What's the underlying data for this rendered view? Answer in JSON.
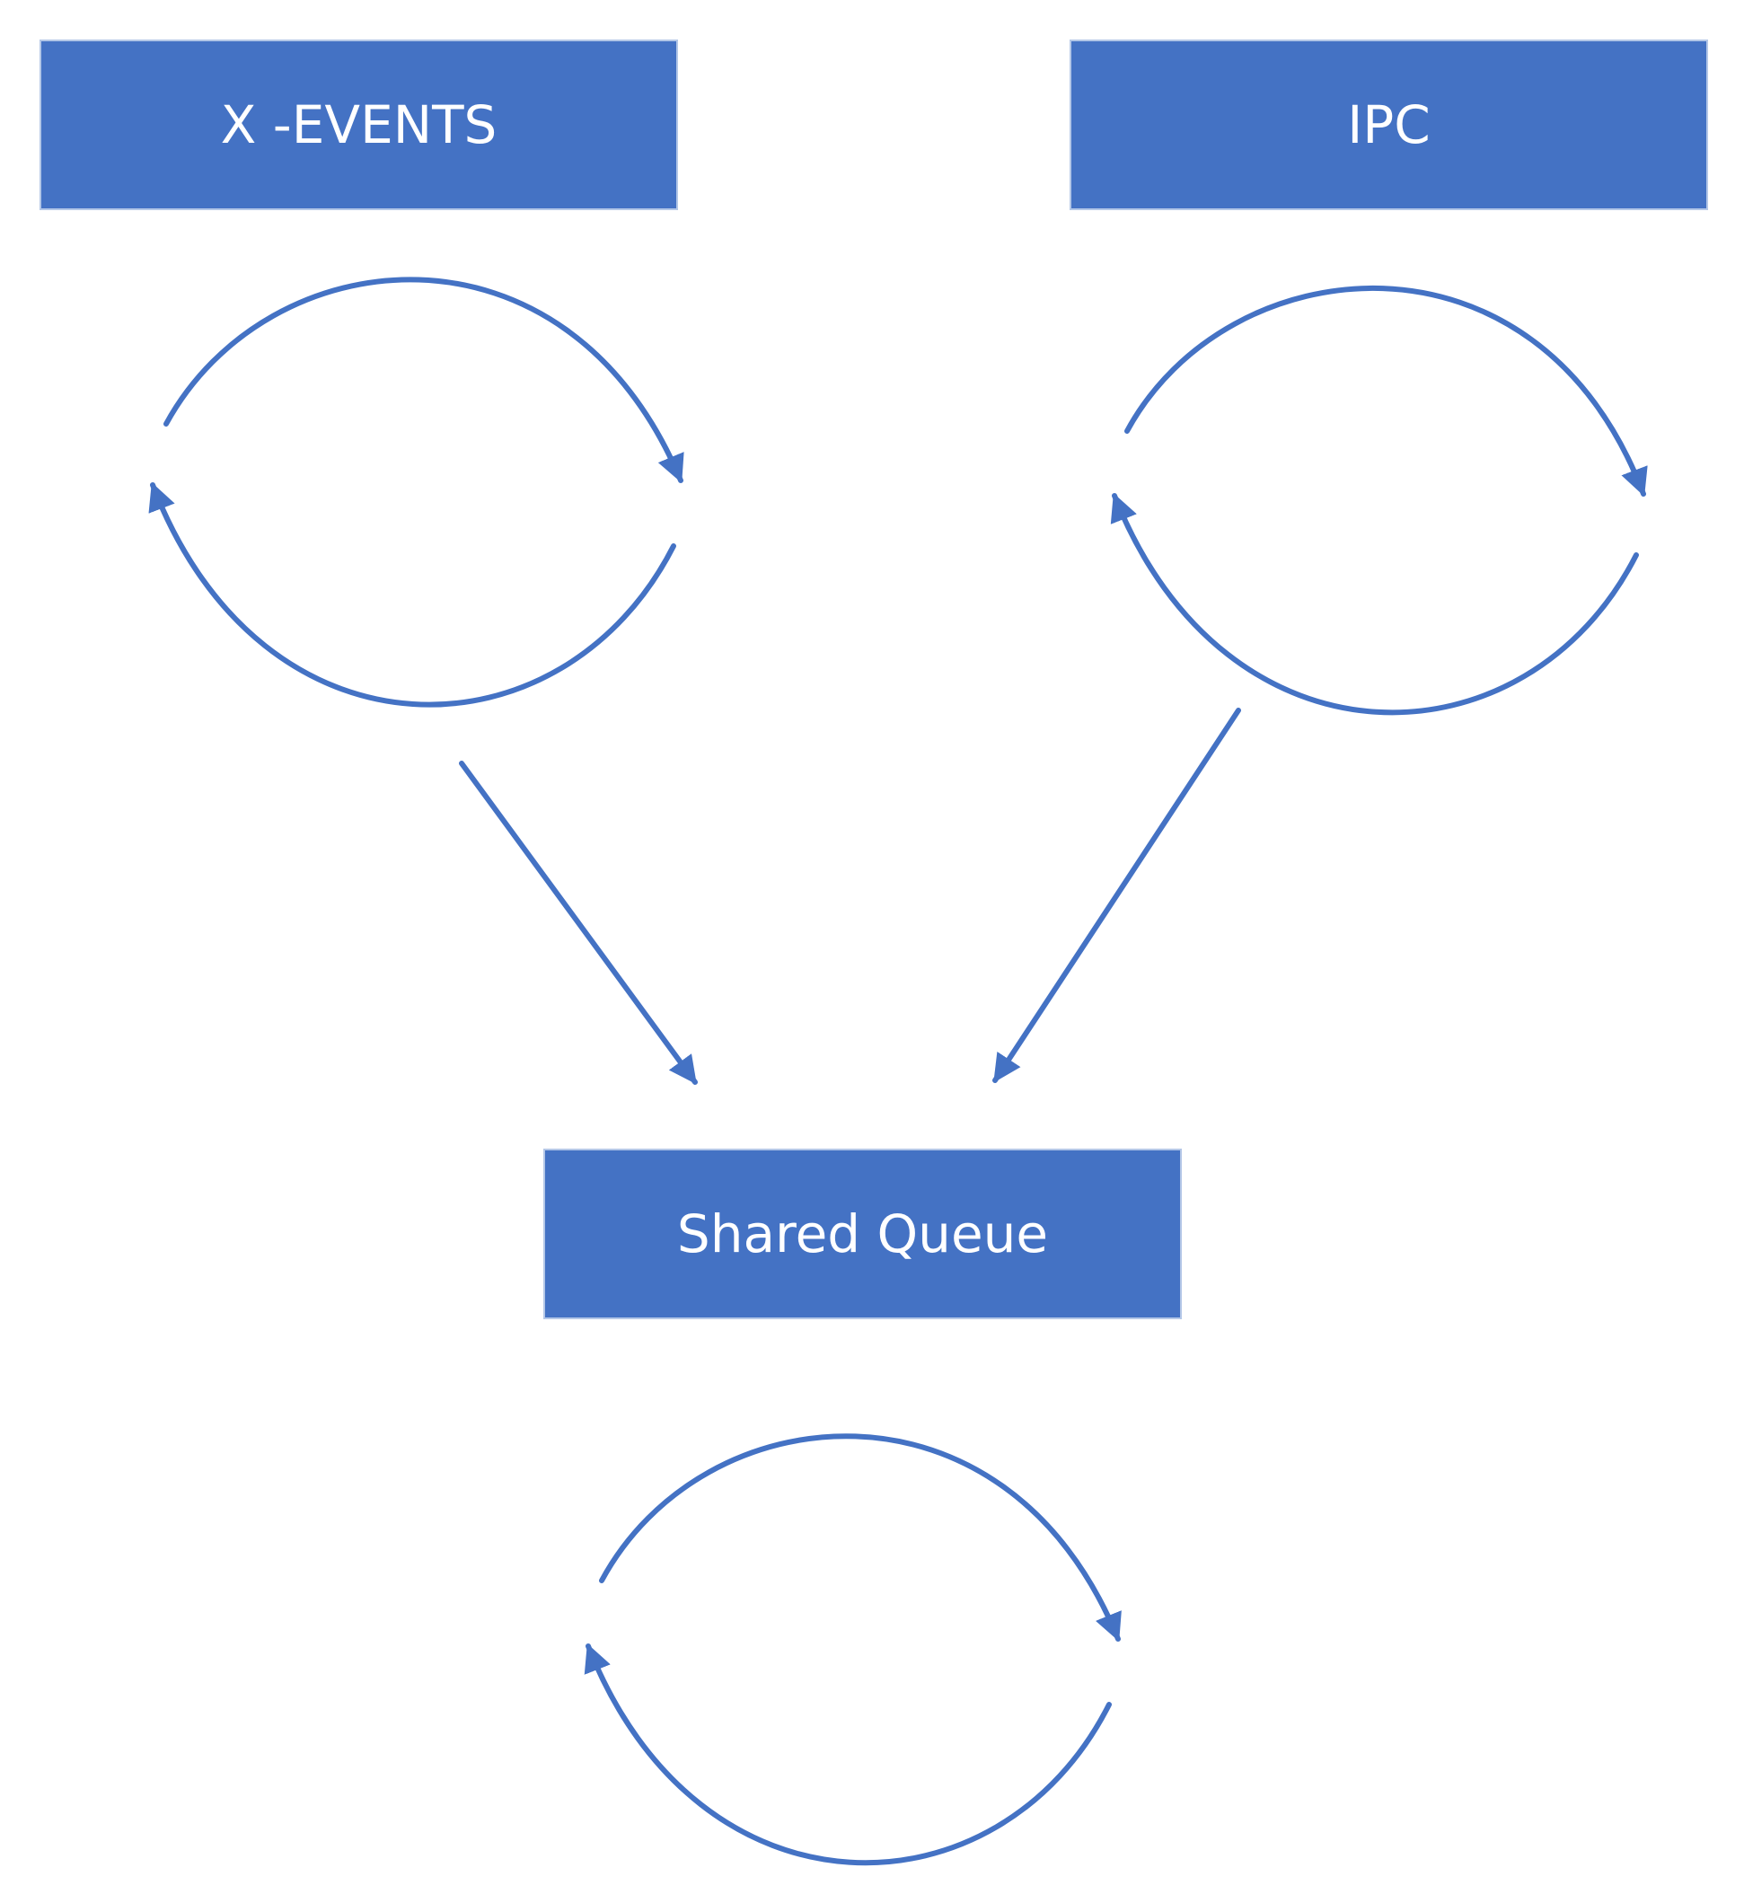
{
  "colors": {
    "node_fill": "#4472c4",
    "stroke": "#4472c4",
    "background": "#ffffff"
  },
  "nodes": [
    {
      "id": "xevents",
      "label": "X -EVENTS"
    },
    {
      "id": "ipc",
      "label": "IPC"
    },
    {
      "id": "queue",
      "label": "Shared Queue"
    }
  ],
  "edges": [
    {
      "from": "xevents",
      "to": "xevents",
      "kind": "cycle"
    },
    {
      "from": "ipc",
      "to": "ipc",
      "kind": "cycle"
    },
    {
      "from": "queue",
      "to": "queue",
      "kind": "cycle"
    },
    {
      "from": "xevents",
      "to": "queue",
      "kind": "flow"
    },
    {
      "from": "ipc",
      "to": "queue",
      "kind": "flow"
    }
  ]
}
